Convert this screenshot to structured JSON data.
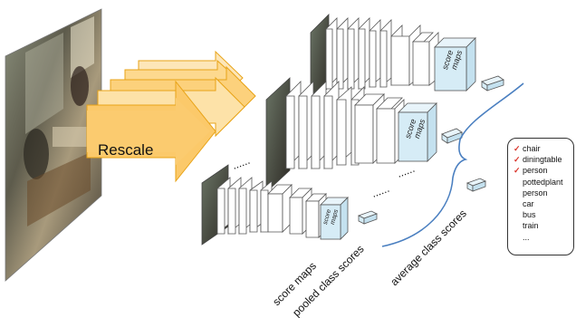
{
  "rescale_label": "Rescale",
  "score_maps_label": "score maps",
  "pooled_class_scores_label": "pooled class scores",
  "average_class_scores_label": "average class scores",
  "map_box_text": [
    "score",
    "maps"
  ],
  "ellipsis": "......",
  "classes": [
    {
      "name": "chair",
      "checked": true
    },
    {
      "name": "diningtable",
      "checked": true
    },
    {
      "name": "person",
      "checked": true
    },
    {
      "name": "pottedplant",
      "checked": false
    },
    {
      "name": "person",
      "checked": false
    },
    {
      "name": "car",
      "checked": false
    },
    {
      "name": "bus",
      "checked": false
    },
    {
      "name": "train",
      "checked": false
    },
    {
      "name": "...",
      "checked": false
    }
  ],
  "colors": {
    "rescale_fill": "#fbc96a",
    "rescale_stroke": "#e8a317",
    "map_fill": "#d6ecf6",
    "brace": "#4a7fc0",
    "layer_stroke": "#555555"
  },
  "icons": [
    "check-icon"
  ]
}
